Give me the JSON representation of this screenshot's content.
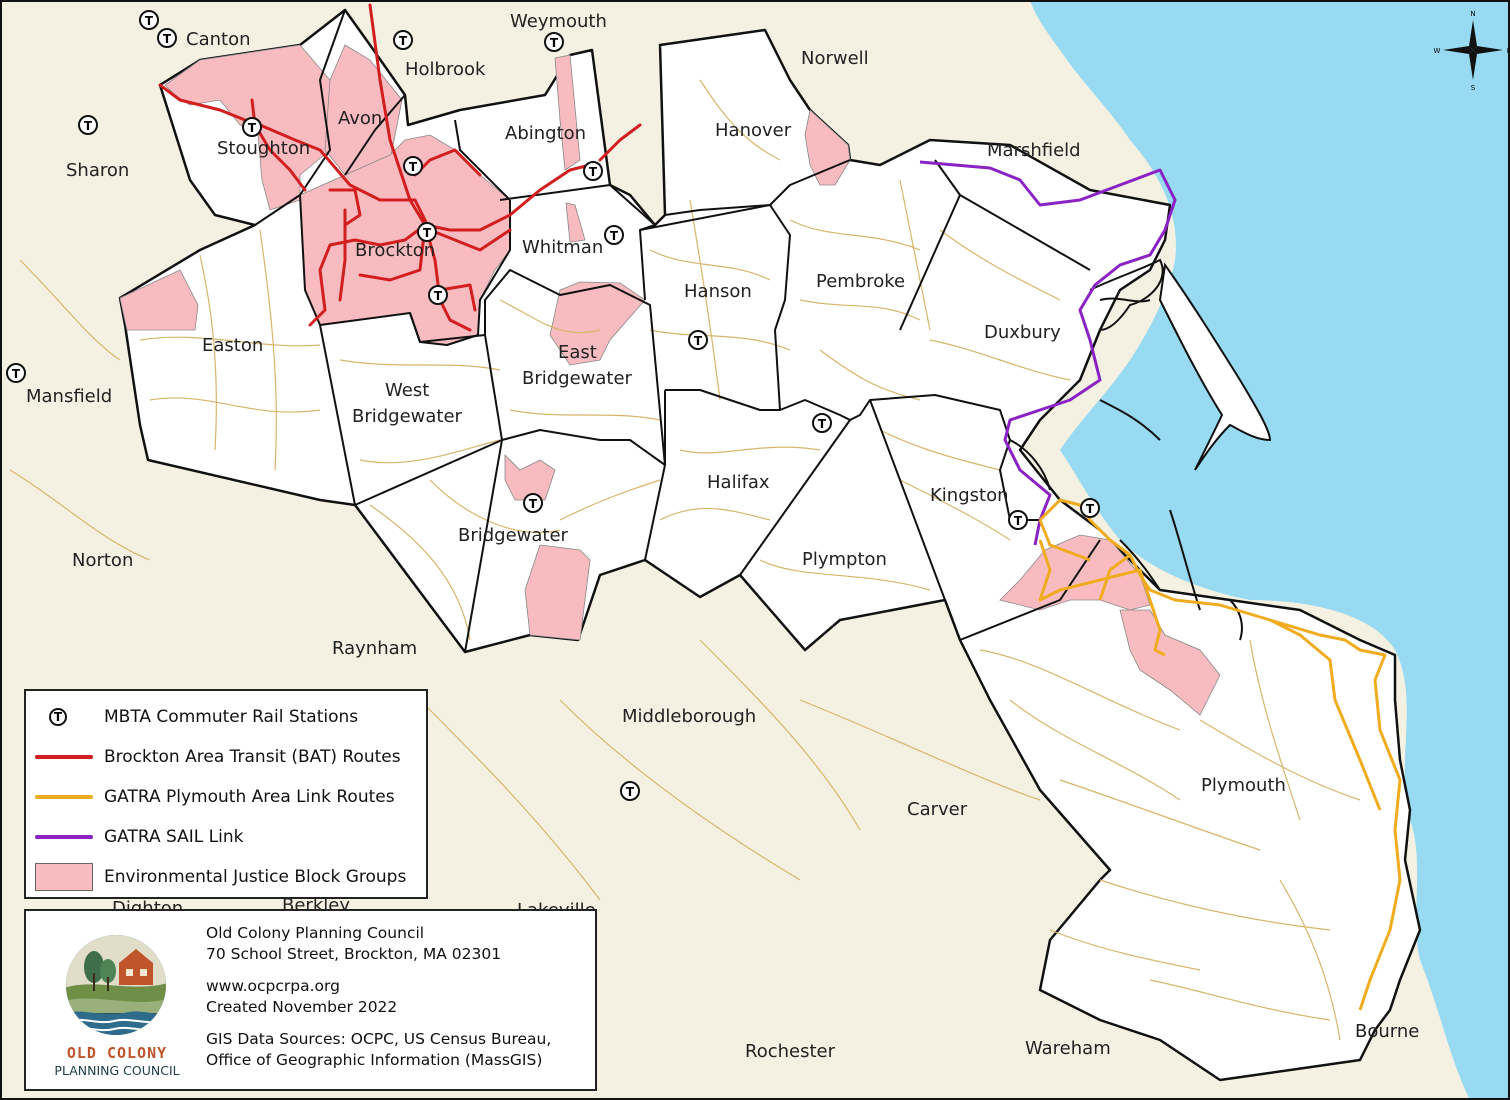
{
  "map": {
    "colors": {
      "land": "#f4f1e3",
      "water": "#97daf2",
      "region_fill": "#ffffff",
      "ej_fill": "#f8bcc0",
      "bat_route": "#d21e1e",
      "gatra_plymouth": "#f0ac1e",
      "gatra_sail": "#8a22c4",
      "roads": "#d8b56a"
    },
    "towns": [
      {
        "id": "canton",
        "name": "Canton"
      },
      {
        "id": "weymouth",
        "name": "Weymouth"
      },
      {
        "id": "holbrook",
        "name": "Holbrook"
      },
      {
        "id": "norwell",
        "name": "Norwell"
      },
      {
        "id": "avon",
        "name": "Avon"
      },
      {
        "id": "abington",
        "name": "Abington"
      },
      {
        "id": "hanover",
        "name": "Hanover"
      },
      {
        "id": "marshfield",
        "name": "Marshfield"
      },
      {
        "id": "stoughton",
        "name": "Stoughton"
      },
      {
        "id": "sharon",
        "name": "Sharon"
      },
      {
        "id": "brockton",
        "name": "Brockton"
      },
      {
        "id": "whitman",
        "name": "Whitman"
      },
      {
        "id": "pembroke",
        "name": "Pembroke"
      },
      {
        "id": "hanson",
        "name": "Hanson"
      },
      {
        "id": "duxbury",
        "name": "Duxbury"
      },
      {
        "id": "easton",
        "name": "Easton"
      },
      {
        "id": "east",
        "name": "East"
      },
      {
        "id": "east_bridgewater",
        "name": "Bridgewater"
      },
      {
        "id": "mansfield",
        "name": "Mansfield"
      },
      {
        "id": "west",
        "name": "West"
      },
      {
        "id": "west_bridgewater",
        "name": "Bridgewater"
      },
      {
        "id": "halifax",
        "name": "Halifax"
      },
      {
        "id": "kingston",
        "name": "Kingston"
      },
      {
        "id": "bridgewater",
        "name": "Bridgewater"
      },
      {
        "id": "norton",
        "name": "Norton"
      },
      {
        "id": "plympton",
        "name": "Plympton"
      },
      {
        "id": "raynham",
        "name": "Raynham"
      },
      {
        "id": "middleborough",
        "name": "Middleborough"
      },
      {
        "id": "plymouth",
        "name": "Plymouth"
      },
      {
        "id": "carver",
        "name": "Carver"
      },
      {
        "id": "dighton",
        "name": "Dighton"
      },
      {
        "id": "berkley",
        "name": "Berkley"
      },
      {
        "id": "lakeville",
        "name": "Lakeville"
      },
      {
        "id": "rochester",
        "name": "Rochester"
      },
      {
        "id": "wareham",
        "name": "Wareham"
      },
      {
        "id": "bourne",
        "name": "Bourne"
      }
    ],
    "station_icon": "T",
    "compass": {
      "n": "N",
      "s": "S",
      "e": "E",
      "w": "W"
    }
  },
  "legend": {
    "items": [
      {
        "label": "MBTA Commuter Rail Stations",
        "symbol": "T"
      },
      {
        "label": "Brockton Area Transit (BAT) Routes",
        "color": "#d21e1e"
      },
      {
        "label": "GATRA Plymouth Area Link Routes",
        "color": "#f0ac1e"
      },
      {
        "label": "GATRA SAIL Link",
        "color": "#8a22c4"
      },
      {
        "label": "Environmental Justice Block Groups",
        "color": "#f8bcc0"
      }
    ]
  },
  "info": {
    "org_name": "Old Colony Planning Council",
    "address": "70 School Street, Brockton, MA 02301",
    "website": "www.ocpcrpa.org",
    "created": "Created November 2022",
    "sources_line1": "GIS Data Sources: OCPC, US Census Bureau,",
    "sources_line2": "Office of Geographic Information (MassGIS)",
    "logo_title": "OLD COLONY",
    "logo_subtitle": "PLANNING COUNCIL"
  }
}
